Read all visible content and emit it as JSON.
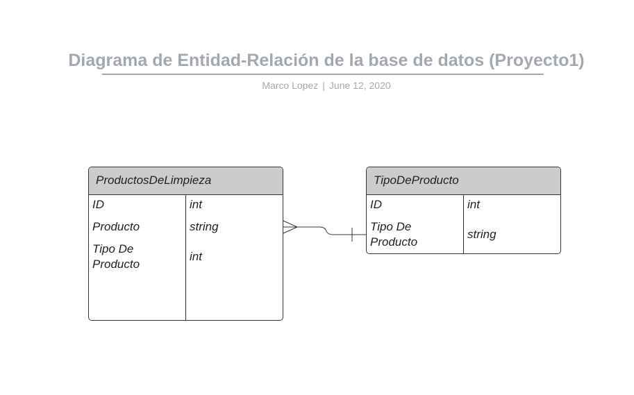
{
  "title": "Diagrama de Entidad-Relación de la base de datos (Proyecto1)",
  "subtitle": {
    "author": "Marco Lopez",
    "separator": "|",
    "date": "June 12, 2020"
  },
  "entities": [
    {
      "name": "ProductosDeLimpieza",
      "fields": [
        {
          "name": "ID",
          "type": "int"
        },
        {
          "name": "Producto",
          "type": "string"
        },
        {
          "name_lines": [
            "Tipo De",
            "Producto"
          ],
          "type": "int"
        }
      ]
    },
    {
      "name": "TipoDeProducto",
      "fields": [
        {
          "name": "ID",
          "type": "int"
        },
        {
          "name_lines": [
            "Tipo De",
            "Producto"
          ],
          "type": "string"
        }
      ]
    }
  ],
  "relationship": {
    "from": "ProductosDeLimpieza",
    "from_cardinality": "many",
    "to": "TipoDeProducto",
    "to_cardinality": "one"
  },
  "colors": {
    "title": "#a3a8b0",
    "header_fill": "#cccccc",
    "border": "#333333"
  }
}
